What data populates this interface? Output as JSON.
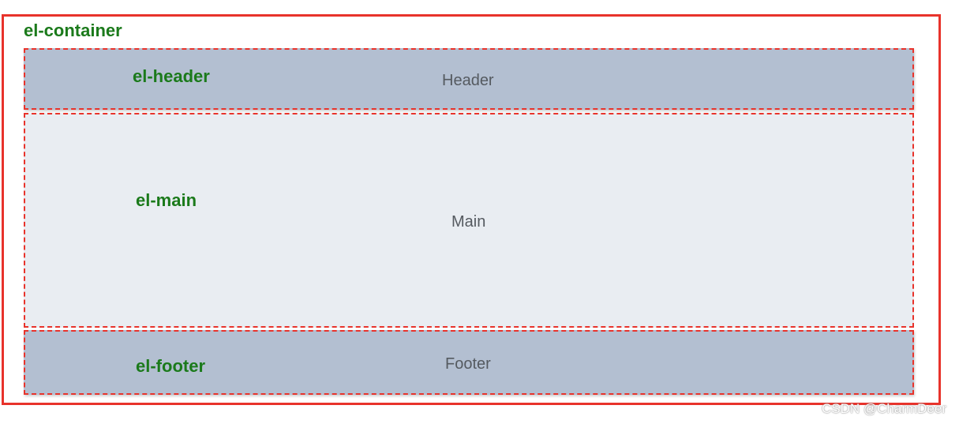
{
  "container": {
    "label": "el-container"
  },
  "header": {
    "tag_label": "el-header",
    "text": "Header"
  },
  "main": {
    "tag_label": "el-main",
    "text": "Main"
  },
  "footer": {
    "tag_label": "el-footer",
    "text": "Footer"
  },
  "watermark": "CSDN @CharmDeer",
  "colors": {
    "outline": "#e8332b",
    "tag_text": "#1b7a1b",
    "header_footer_bg": "#b3bfd1",
    "main_bg": "#e9edf2"
  }
}
